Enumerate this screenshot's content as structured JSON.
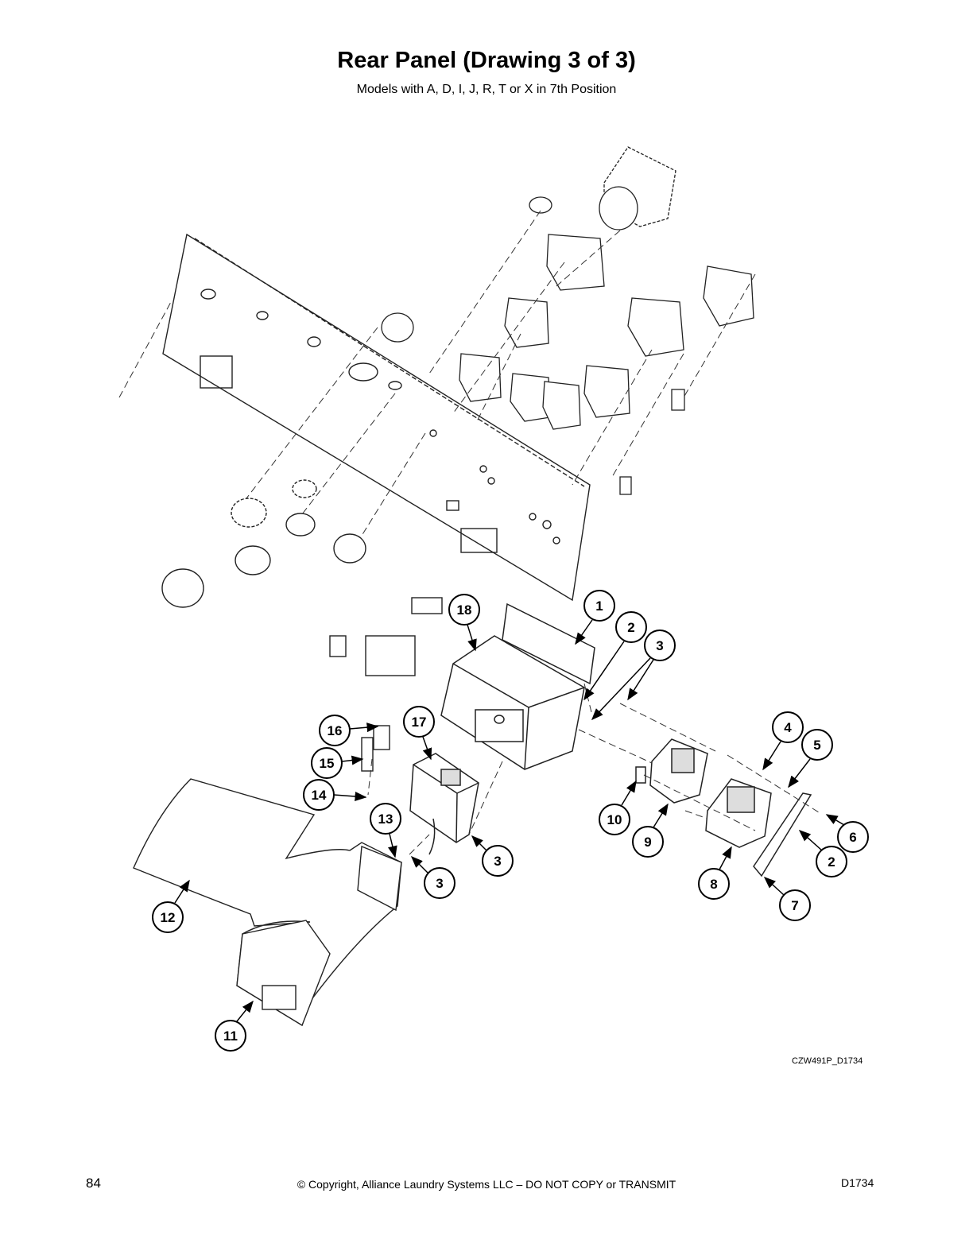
{
  "header": {
    "title": "Rear Panel (Drawing 3 of 3)",
    "subtitle": "Models with A, D, I, J, R, T or X in 7th Position"
  },
  "diagram": {
    "callouts": [
      {
        "label": "1"
      },
      {
        "label": "2"
      },
      {
        "label": "3"
      },
      {
        "label": "4"
      },
      {
        "label": "5"
      },
      {
        "label": "6"
      },
      {
        "label": "2"
      },
      {
        "label": "7"
      },
      {
        "label": "8"
      },
      {
        "label": "9"
      },
      {
        "label": "10"
      },
      {
        "label": "18"
      },
      {
        "label": "17"
      },
      {
        "label": "3"
      },
      {
        "label": "3"
      },
      {
        "label": "16"
      },
      {
        "label": "15"
      },
      {
        "label": "14"
      },
      {
        "label": "13"
      },
      {
        "label": "12"
      },
      {
        "label": "11"
      }
    ],
    "drawing_id": "CZW491P_D1734"
  },
  "footer": {
    "page_number": "84",
    "copyright": "© Copyright, Alliance Laundry Systems LLC – DO NOT COPY or TRANSMIT",
    "doc_code": "D1734"
  }
}
